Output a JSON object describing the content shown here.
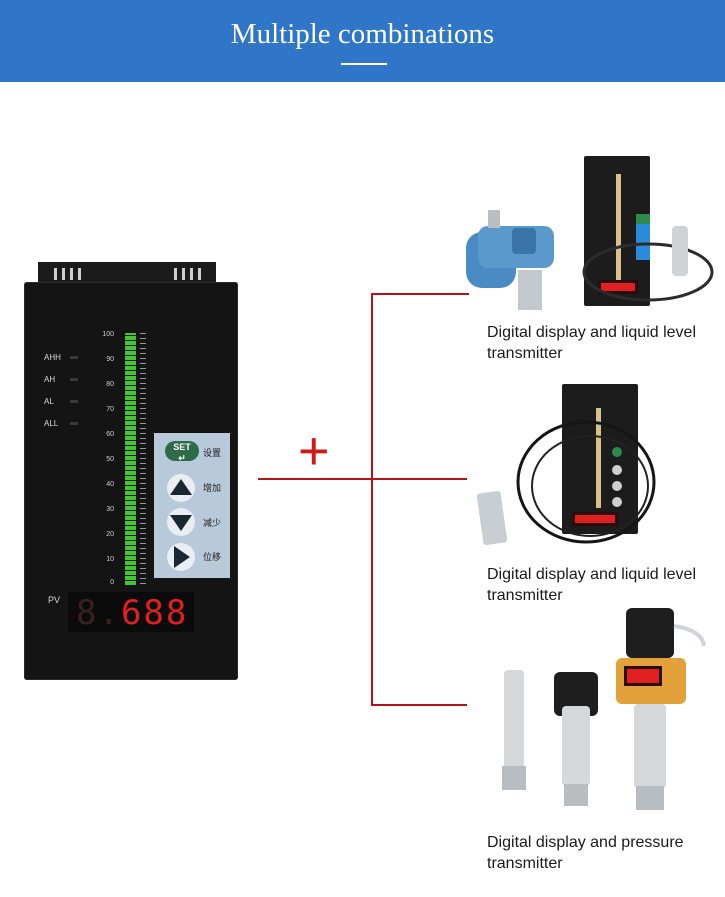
{
  "banner": {
    "title": "Multiple combinations"
  },
  "controller": {
    "alarms": [
      "AHH",
      "AH",
      "AL",
      "ALL"
    ],
    "scale": [
      "100",
      "90",
      "80",
      "70",
      "60",
      "50",
      "40",
      "30",
      "20",
      "10",
      "0"
    ],
    "bar_level_fraction": 1.0,
    "keys": {
      "set": "SET",
      "set_label": "设置",
      "up_label": "增加",
      "down_label": "减少",
      "shift_label": "位移"
    },
    "pv_label": "PV",
    "display_value": "688",
    "display_dim": "8."
  },
  "operator": "+",
  "products": [
    {
      "caption_line1": "Digital display and liquid level",
      "caption_line2": "transmitter",
      "icon": "liquid-level-transmitter-set"
    },
    {
      "caption_line1": "Digital display and liquid level",
      "caption_line2": "transmitter",
      "icon": "submersible-level-sensor-set"
    },
    {
      "caption_line1": "Digital display and pressure",
      "caption_line2": "transmitter",
      "icon": "pressure-transmitter-set"
    }
  ],
  "colors": {
    "banner": "#2f76c9",
    "connector": "#b3121b",
    "bar": "#46c436",
    "display_digits": "#e02020"
  }
}
